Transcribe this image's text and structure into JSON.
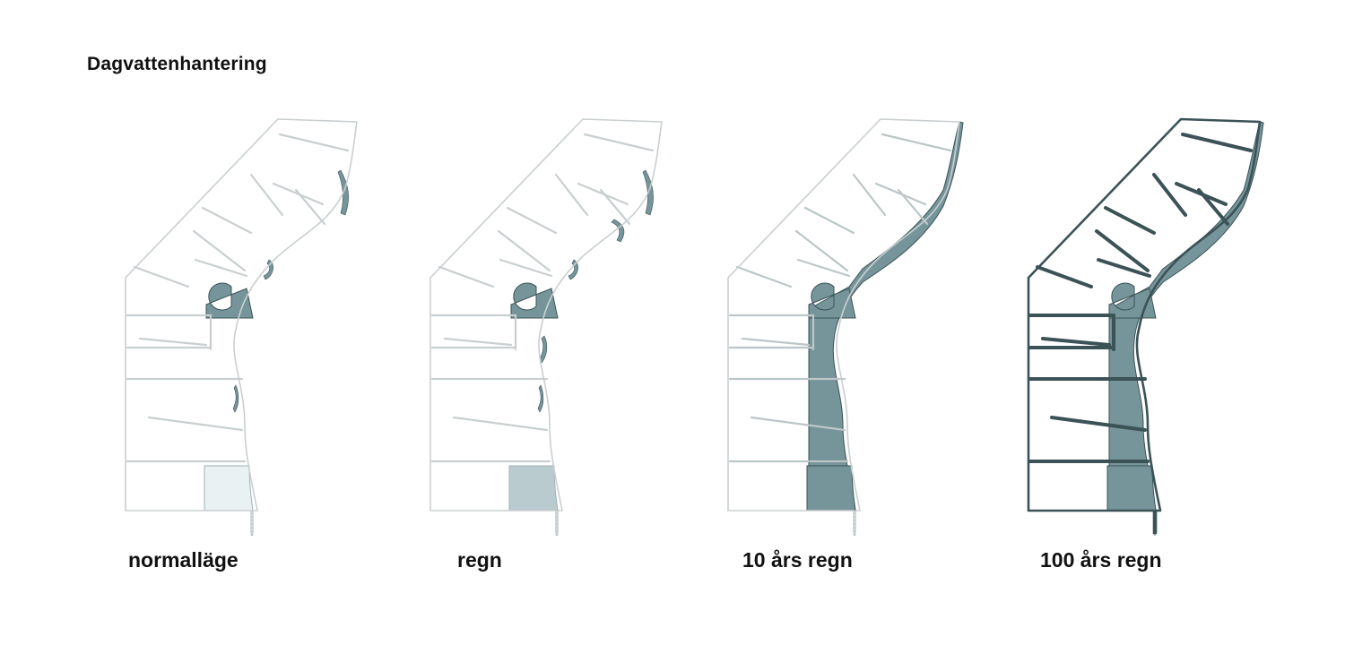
{
  "page": {
    "title": "Dagvattenhantering"
  },
  "colors": {
    "outline": "#c9cfd1",
    "water": "#76959a",
    "water_stroke": "#3b5256",
    "light_basin": "#e9f1f3",
    "mid_basin": "#b9cbce",
    "pipe": "#a8c2c6"
  },
  "scenarios": [
    {
      "id": "normal",
      "label": "normalläge",
      "basin_level": 0.1
    },
    {
      "id": "rain",
      "label": "regn",
      "basin_level": 0.4
    },
    {
      "id": "rain10",
      "label": "10 års regn",
      "basin_level": 0.85
    },
    {
      "id": "rain100",
      "label": "100 års regn",
      "basin_level": 1.0
    }
  ]
}
